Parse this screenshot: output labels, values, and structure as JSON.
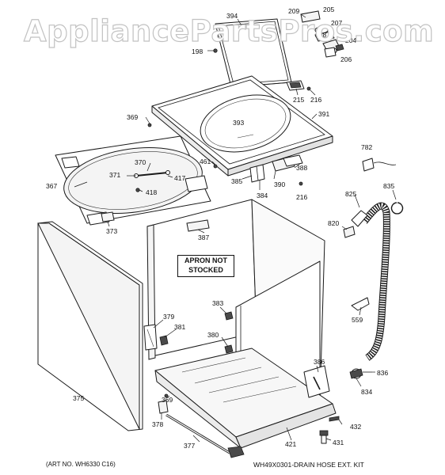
{
  "watermark": "AppliancePartsPros.com",
  "note": {
    "line1": "APRON NOT",
    "line2": "STOCKED"
  },
  "art_number": "(ART NO. WH6330 C16)",
  "kit_note": "WH49X0301-DRAIN HOSE EXT. KIT",
  "callouts": [
    {
      "id": "394",
      "text": "394"
    },
    {
      "id": "209",
      "text": "209"
    },
    {
      "id": "205",
      "text": "205"
    },
    {
      "id": "207",
      "text": "207"
    },
    {
      "id": "208",
      "text": "208"
    },
    {
      "id": "204",
      "text": "204"
    },
    {
      "id": "206",
      "text": "206"
    },
    {
      "id": "198",
      "text": "198"
    },
    {
      "id": "215",
      "text": "215"
    },
    {
      "id": "216a",
      "text": "216"
    },
    {
      "id": "369a",
      "text": "369"
    },
    {
      "id": "391",
      "text": "391"
    },
    {
      "id": "393",
      "text": "393"
    },
    {
      "id": "782",
      "text": "782"
    },
    {
      "id": "461",
      "text": "461"
    },
    {
      "id": "370",
      "text": "370"
    },
    {
      "id": "371",
      "text": "371"
    },
    {
      "id": "417",
      "text": "417"
    },
    {
      "id": "367",
      "text": "367"
    },
    {
      "id": "418",
      "text": "418"
    },
    {
      "id": "385",
      "text": "385"
    },
    {
      "id": "384",
      "text": "384"
    },
    {
      "id": "390",
      "text": "390"
    },
    {
      "id": "388",
      "text": "388"
    },
    {
      "id": "216b",
      "text": "216"
    },
    {
      "id": "825",
      "text": "825"
    },
    {
      "id": "835",
      "text": "835"
    },
    {
      "id": "373",
      "text": "373"
    },
    {
      "id": "387",
      "text": "387"
    },
    {
      "id": "820",
      "text": "820"
    },
    {
      "id": "383",
      "text": "383"
    },
    {
      "id": "559",
      "text": "559"
    },
    {
      "id": "379",
      "text": "379"
    },
    {
      "id": "381",
      "text": "381"
    },
    {
      "id": "380",
      "text": "380"
    },
    {
      "id": "386",
      "text": "386"
    },
    {
      "id": "836",
      "text": "836"
    },
    {
      "id": "834",
      "text": "834"
    },
    {
      "id": "375",
      "text": "375"
    },
    {
      "id": "369b",
      "text": "369"
    },
    {
      "id": "378",
      "text": "378"
    },
    {
      "id": "432",
      "text": "432"
    },
    {
      "id": "421",
      "text": "421"
    },
    {
      "id": "431",
      "text": "431"
    },
    {
      "id": "377",
      "text": "377"
    }
  ]
}
